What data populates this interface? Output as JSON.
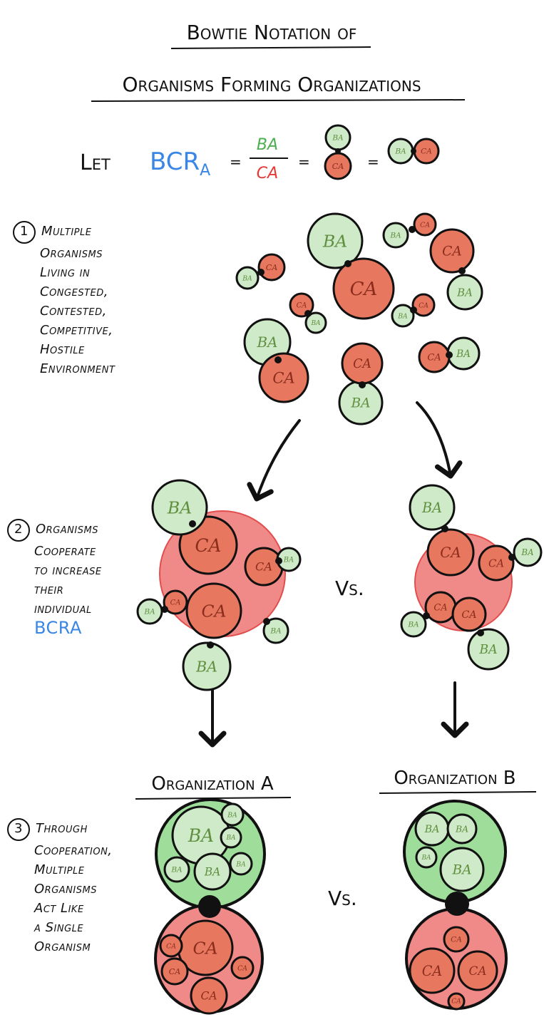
{
  "title": {
    "line1": "Bowtie Notation of",
    "line2": "Organisms Forming Organizations"
  },
  "definition": {
    "let": "Let",
    "term": "BCR",
    "sub": "A",
    "eq": "=",
    "numerator": "BA",
    "denominator": "CA"
  },
  "labels": {
    "benefit": "BA",
    "cost": "CA",
    "vs": "Vs."
  },
  "steps": [
    {
      "number": "1",
      "lines": [
        "Multiple",
        "Organisms",
        "Living in",
        "Congested,",
        "Contested,",
        "Competitive,",
        "Hostile",
        "Environment"
      ]
    },
    {
      "number": "2",
      "lines": [
        "Organisms",
        "Cooperate",
        "to increase",
        "their",
        "individual"
      ],
      "accent": "BCRA"
    },
    {
      "number": "3",
      "lines": [
        "Through",
        "Cooperation,",
        "Multiple",
        "Organisms",
        "Act Like",
        "a Single",
        "Organism"
      ]
    }
  ],
  "organizations": {
    "a": "Organization A",
    "b": "Organization B"
  },
  "colors": {
    "benefit": "#cfeac8",
    "benefit_light": "#b7e3ad",
    "benefit_outer": "#9ede9a",
    "cost": "#e8775f",
    "cost_outer": "#f08a88",
    "term": "#3a86e6",
    "numerator": "#4caf50",
    "denominator": "#e53935",
    "ink": "#111111"
  }
}
